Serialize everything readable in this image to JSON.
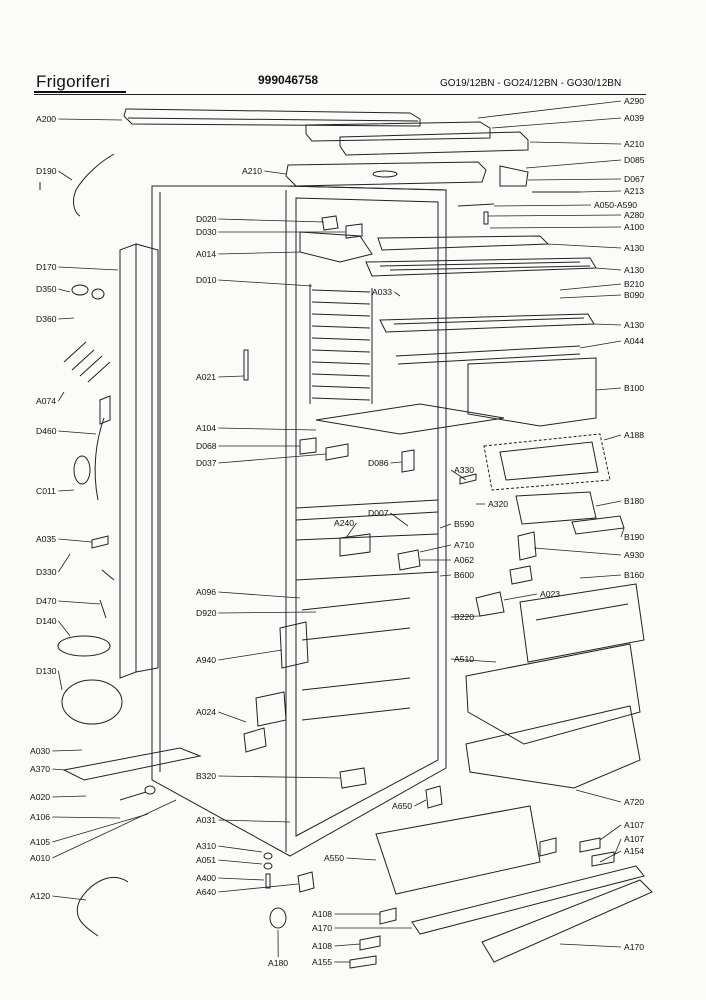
{
  "header": {
    "brand": "Frigoriferi",
    "code": "999046758",
    "models": "GO19/12BN - GO24/12BN - GO30/12BN"
  },
  "labels": [
    {
      "id": "A290",
      "text": "A290"
    },
    {
      "id": "A200",
      "text": "A200"
    },
    {
      "id": "A039",
      "text": "A039"
    },
    {
      "id": "A210a",
      "text": "A210"
    },
    {
      "id": "D085",
      "text": "D085"
    },
    {
      "id": "D190",
      "text": "D190"
    },
    {
      "id": "A210b",
      "text": "A210"
    },
    {
      "id": "D067",
      "text": "D067"
    },
    {
      "id": "A213",
      "text": "A213"
    },
    {
      "id": "A050",
      "text": "A050-A590"
    },
    {
      "id": "A280",
      "text": "A280"
    },
    {
      "id": "D020",
      "text": "D020"
    },
    {
      "id": "D030",
      "text": "D030"
    },
    {
      "id": "A100",
      "text": "A100"
    },
    {
      "id": "A130a",
      "text": "A130"
    },
    {
      "id": "A014",
      "text": "A014"
    },
    {
      "id": "D170",
      "text": "D170"
    },
    {
      "id": "A130b",
      "text": "A130"
    },
    {
      "id": "D010",
      "text": "D010"
    },
    {
      "id": "B210",
      "text": "B210"
    },
    {
      "id": "D350",
      "text": "D350"
    },
    {
      "id": "A033",
      "text": "A033"
    },
    {
      "id": "B090",
      "text": "B090"
    },
    {
      "id": "D360",
      "text": "D360"
    },
    {
      "id": "A130c",
      "text": "A130"
    },
    {
      "id": "A044",
      "text": "A044"
    },
    {
      "id": "A021",
      "text": "A021"
    },
    {
      "id": "B100",
      "text": "B100"
    },
    {
      "id": "A074",
      "text": "A074"
    },
    {
      "id": "A104",
      "text": "A104"
    },
    {
      "id": "D460",
      "text": "D460"
    },
    {
      "id": "A188",
      "text": "A188"
    },
    {
      "id": "D068",
      "text": "D068"
    },
    {
      "id": "D037",
      "text": "D037"
    },
    {
      "id": "D086",
      "text": "D086"
    },
    {
      "id": "A330",
      "text": "A330"
    },
    {
      "id": "C011",
      "text": "C011"
    },
    {
      "id": "A320",
      "text": "A320"
    },
    {
      "id": "B180",
      "text": "B180"
    },
    {
      "id": "D007",
      "text": "D007"
    },
    {
      "id": "A240",
      "text": "A240"
    },
    {
      "id": "B590",
      "text": "B590"
    },
    {
      "id": "A035",
      "text": "A035"
    },
    {
      "id": "B190",
      "text": "B190"
    },
    {
      "id": "A710",
      "text": "A710"
    },
    {
      "id": "A930",
      "text": "A930"
    },
    {
      "id": "A062",
      "text": "A062"
    },
    {
      "id": "D330",
      "text": "D330"
    },
    {
      "id": "B600",
      "text": "B600"
    },
    {
      "id": "B160",
      "text": "B160"
    },
    {
      "id": "A096",
      "text": "A096"
    },
    {
      "id": "A023",
      "text": "A023"
    },
    {
      "id": "D470",
      "text": "D470"
    },
    {
      "id": "D920",
      "text": "D920"
    },
    {
      "id": "B220",
      "text": "B220"
    },
    {
      "id": "D140",
      "text": "D140"
    },
    {
      "id": "A510",
      "text": "A510"
    },
    {
      "id": "A940",
      "text": "A940"
    },
    {
      "id": "D130",
      "text": "D130"
    },
    {
      "id": "A024",
      "text": "A024"
    },
    {
      "id": "A030",
      "text": "A030"
    },
    {
      "id": "A370",
      "text": "A370"
    },
    {
      "id": "B320",
      "text": "B320"
    },
    {
      "id": "A020",
      "text": "A020"
    },
    {
      "id": "A650",
      "text": "A650"
    },
    {
      "id": "A720",
      "text": "A720"
    },
    {
      "id": "A106",
      "text": "A106"
    },
    {
      "id": "A031",
      "text": "A031"
    },
    {
      "id": "A107a",
      "text": "A107"
    },
    {
      "id": "A105",
      "text": "A105"
    },
    {
      "id": "A107b",
      "text": "A107"
    },
    {
      "id": "A310",
      "text": "A310"
    },
    {
      "id": "A154",
      "text": "A154"
    },
    {
      "id": "A010",
      "text": "A010"
    },
    {
      "id": "A051",
      "text": "A051"
    },
    {
      "id": "A550",
      "text": "A550"
    },
    {
      "id": "A400",
      "text": "A400"
    },
    {
      "id": "A640",
      "text": "A640"
    },
    {
      "id": "A120",
      "text": "A120"
    },
    {
      "id": "A108a",
      "text": "A108"
    },
    {
      "id": "A170a",
      "text": "A170"
    },
    {
      "id": "A108b",
      "text": "A108"
    },
    {
      "id": "A170b",
      "text": "A170"
    },
    {
      "id": "A180",
      "text": "A180"
    },
    {
      "id": "A155",
      "text": "A155"
    }
  ]
}
